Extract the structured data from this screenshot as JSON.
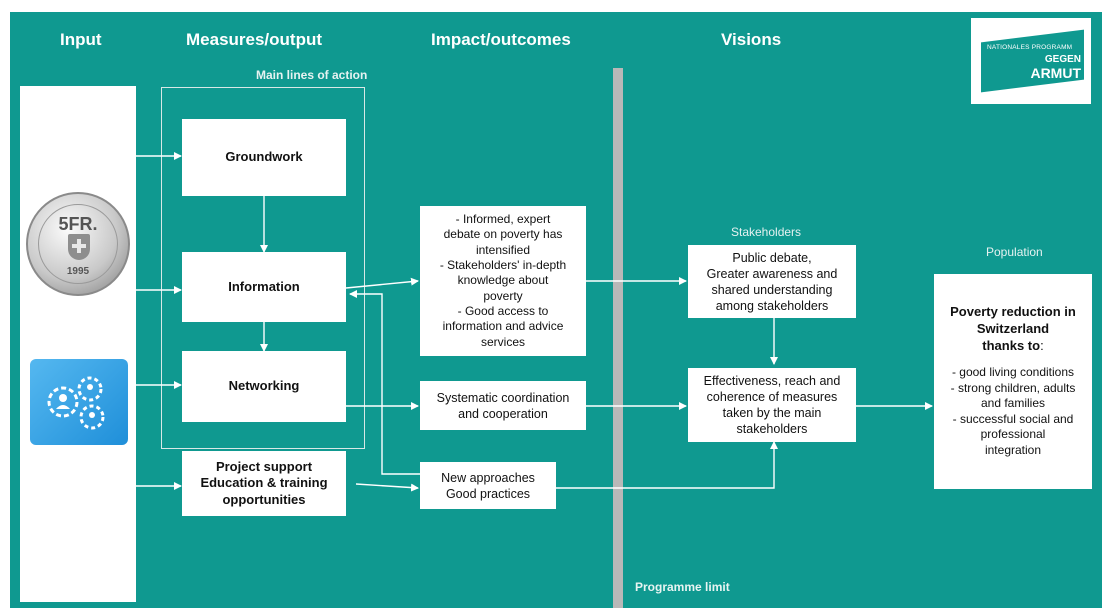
{
  "headers": {
    "input": "Input",
    "measures": "Measures/output",
    "impact": "Impact/outcomes",
    "visions": "Visions"
  },
  "labels": {
    "main_lines": "Main lines of action",
    "stakeholders": "Stakeholders",
    "population": "Population",
    "programme_limit": "Programme limit"
  },
  "logo": {
    "line1": "NATIONALES PROGRAMM",
    "line2": "GEGEN",
    "line3": "ARMUT"
  },
  "coin": {
    "denomination": "5FR.",
    "year": "1995"
  },
  "measures": {
    "groundwork": "Groundwork",
    "information": "Information",
    "networking": "Networking",
    "project_support": "Project support\nEducation & training\nopportunities"
  },
  "outcomes": {
    "informed": "- Informed, expert\ndebate on poverty has\nintensified\n- Stakeholders' in-depth\nknowledge about\npoverty\n- Good access to\ninformation and advice\nservices",
    "systematic": "Systematic coordination\nand cooperation",
    "new_approaches": "New approaches\nGood practices"
  },
  "visions": {
    "public_debate": "Public debate,\nGreater awareness and\nshared understanding\namong stakeholders",
    "effectiveness": "Effectiveness, reach and\ncoherence of measures\ntaken by the main\nstakeholders"
  },
  "population_box": {
    "title": "Poverty reduction in Switzerland",
    "thanks": "thanks to",
    "colon": ":",
    "items": "- good living conditions\n- strong children, adults\nand families\n- successful social and\nprofessional\nintegration"
  },
  "colors": {
    "background": "#0f9990",
    "boxes": "#ffffff",
    "programme_limit_bar": "#b8b8b8"
  }
}
